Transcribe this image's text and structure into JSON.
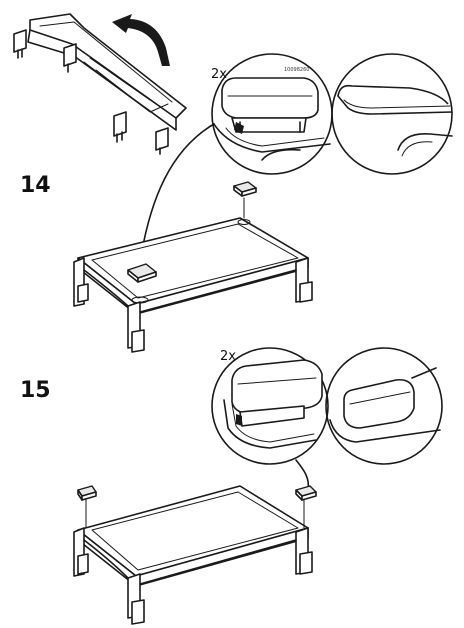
{
  "steps": [
    {
      "number": "14",
      "quantity": "2x",
      "part_number": "10098260"
    },
    {
      "number": "15",
      "quantity": "2x"
    }
  ],
  "icons": [
    "rotate-arrow-icon"
  ]
}
